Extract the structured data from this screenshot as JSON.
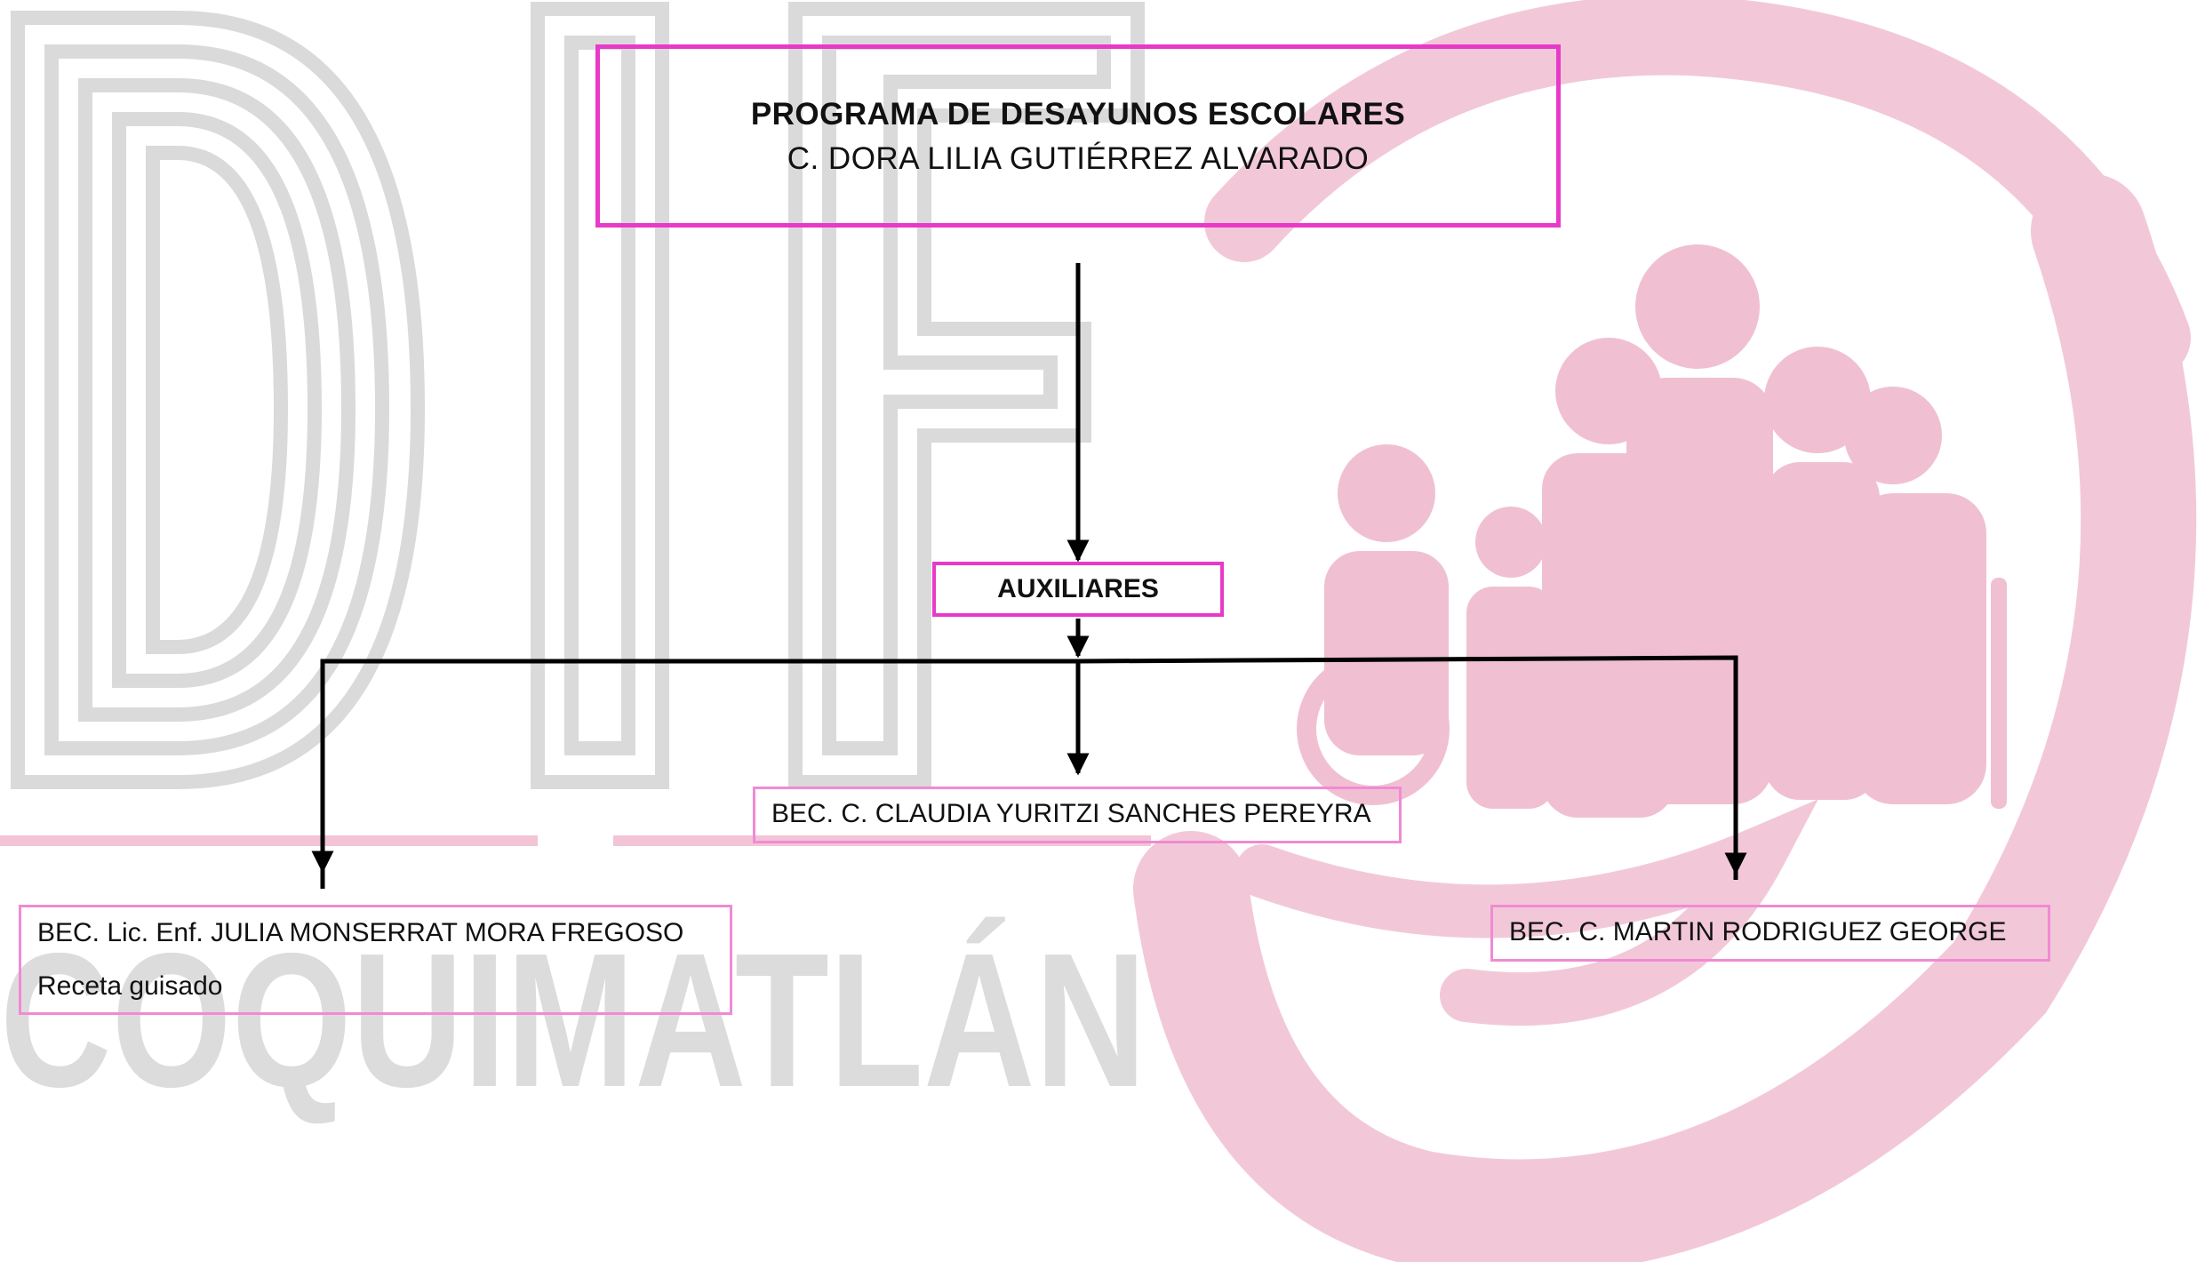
{
  "watermark": {
    "letters": "DIF",
    "town": "COQUIMATLÁN"
  },
  "org": {
    "head": {
      "title": "PROGRAMA DE DESAYUNOS ESCOLARES",
      "name": "C. DORA LILIA GUTIÉRREZ ALVARADO"
    },
    "group": {
      "label": "AUXILIARES"
    },
    "members": [
      {
        "name": "BEC. Lic. Enf. JULIA MONSERRAT MORA FREGOSO",
        "note": "Receta guisado"
      },
      {
        "name": "BEC. C. CLAUDIA YURITZI SANCHES PEREYRA"
      },
      {
        "name": "BEC. C. MARTIN RODRIGUEZ GEORGE"
      }
    ]
  },
  "colors": {
    "box_border": "#e83ac8",
    "leaf_border": "#f08ad4",
    "connector": "#000000",
    "watermark_gray": "#d8d8d8",
    "watermark_pink": "#f1c9d8"
  }
}
